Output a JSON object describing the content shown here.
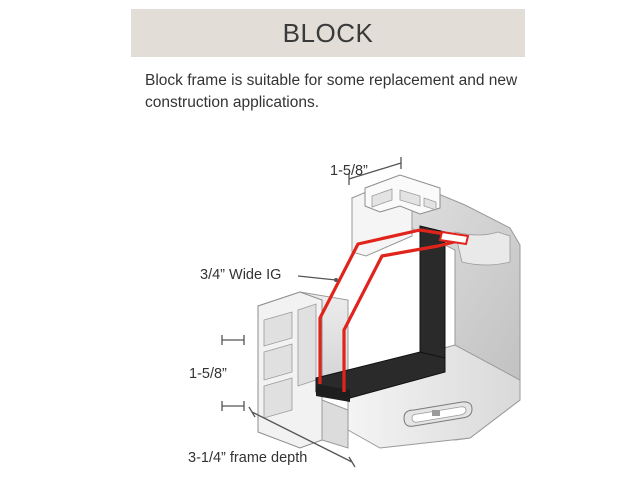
{
  "header": {
    "title": "BLOCK"
  },
  "description": "Block frame is suitable for some replacement and new construction applications.",
  "diagram": {
    "labels": {
      "top_width": "1-5/8”",
      "glass": "3/4” Wide IG",
      "side_width": "1-5/8”",
      "depth": "3-1/4” frame depth"
    },
    "colors": {
      "glass_outline": "#e0241c",
      "spacer": "#2a2a2a",
      "frame": "#efefef",
      "frame_shade": "#c9c9c9",
      "title_bg": "#e2ddd7"
    }
  }
}
